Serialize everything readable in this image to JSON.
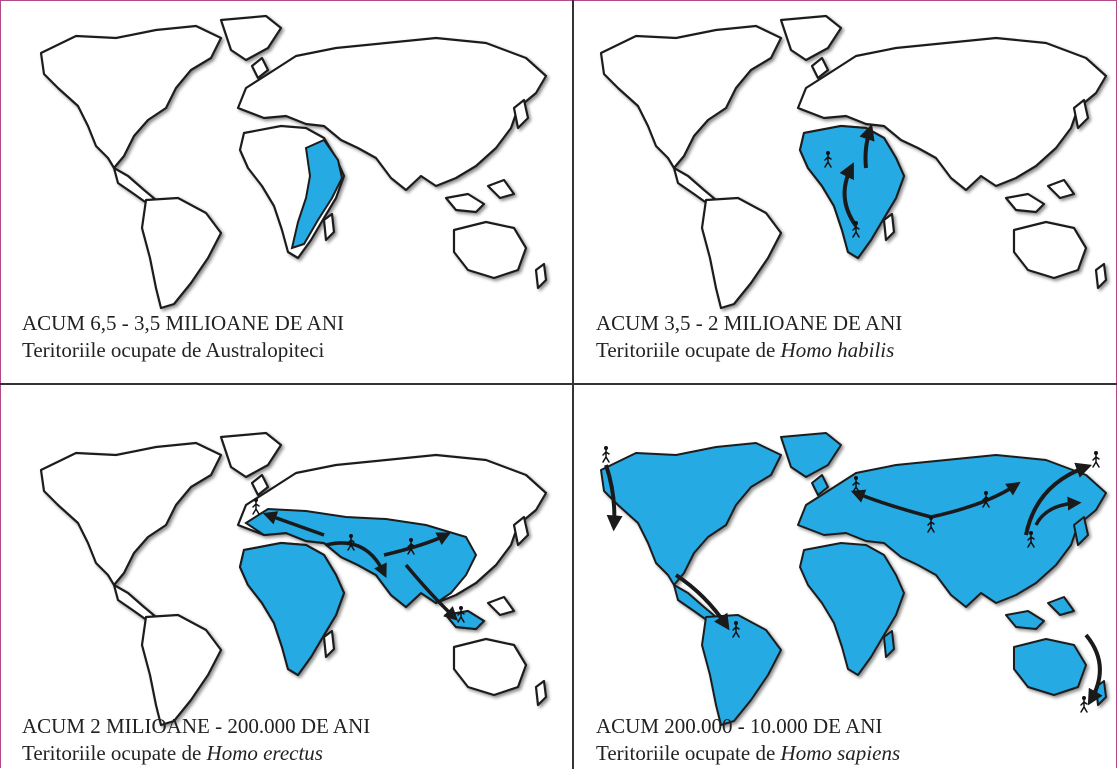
{
  "colors": {
    "occupied": "#26aae4",
    "land": "#ffffff",
    "outline": "#1e1e1e",
    "arrow": "#1a1a1a"
  },
  "icons": {
    "human": "walking-human-icon",
    "arrow": "migration-arrow-icon"
  },
  "panels": [
    {
      "line1": "ACUM 6,5 - 3,5 MILIOANE DE ANI",
      "line2_prefix": "Teritoriile ocupate de ",
      "line2_italic": "",
      "line2_plain": "Australopiteci"
    },
    {
      "line1": "ACUM 3,5 - 2 MILIOANE DE ANI",
      "line2_prefix": "Teritoriile ocupate de ",
      "line2_italic": "Homo habilis",
      "line2_plain": ""
    },
    {
      "line1": "ACUM 2 MILIOANE - 200.000 DE ANI",
      "line2_prefix": "Teritoriile ocupate de ",
      "line2_italic": "Homo erectus",
      "line2_plain": ""
    },
    {
      "line1": "ACUM 200.000 - 10.000 DE ANI",
      "line2_prefix": "Teritoriile ocupate de ",
      "line2_italic": "Homo sapiens",
      "line2_plain": ""
    }
  ]
}
